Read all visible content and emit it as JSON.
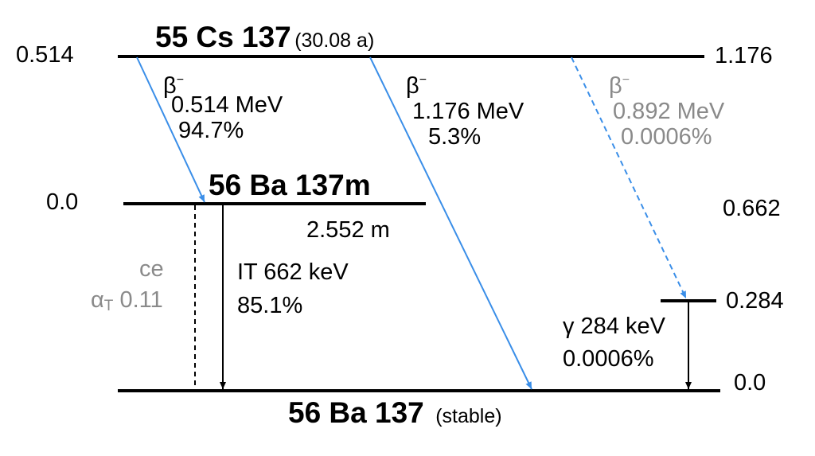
{
  "parent": {
    "nuclide": "55 Cs 137",
    "half_life": "(30.08 a)"
  },
  "isomer": {
    "nuclide": "56 Ba 137m",
    "half_life": "2.552 m"
  },
  "ground": {
    "nuclide": "56 Ba 137",
    "note": "(stable)"
  },
  "level_labels": {
    "parent_left": "0.514",
    "parent_right": "1.176",
    "isomer_left": "0.0",
    "isomer_right": "0.662",
    "excited_right": "0.284",
    "ground_right": "0.0"
  },
  "beta_1": {
    "symbol": "β",
    "sign": "−",
    "energy": "0.514 MeV",
    "intensity": "94.7%"
  },
  "beta_2": {
    "symbol": "β",
    "sign": "−",
    "energy": "1.176 MeV",
    "intensity": "5.3%"
  },
  "beta_3": {
    "symbol": "β",
    "sign": "−",
    "energy": "0.892 MeV",
    "intensity": "0.0006%"
  },
  "it_transition": {
    "energy": "IT 662 keV",
    "intensity": "85.1%"
  },
  "ce_transition": {
    "label": "ce",
    "alpha": "α",
    "alpha_sub": "T",
    "value": "0.11"
  },
  "gamma_transition": {
    "energy": "γ 284 keV",
    "intensity": "0.0006%"
  },
  "colors": {
    "line": "#000000",
    "beta_arrow": "#3a8ee8",
    "faint_text": "#8a8a8a"
  }
}
